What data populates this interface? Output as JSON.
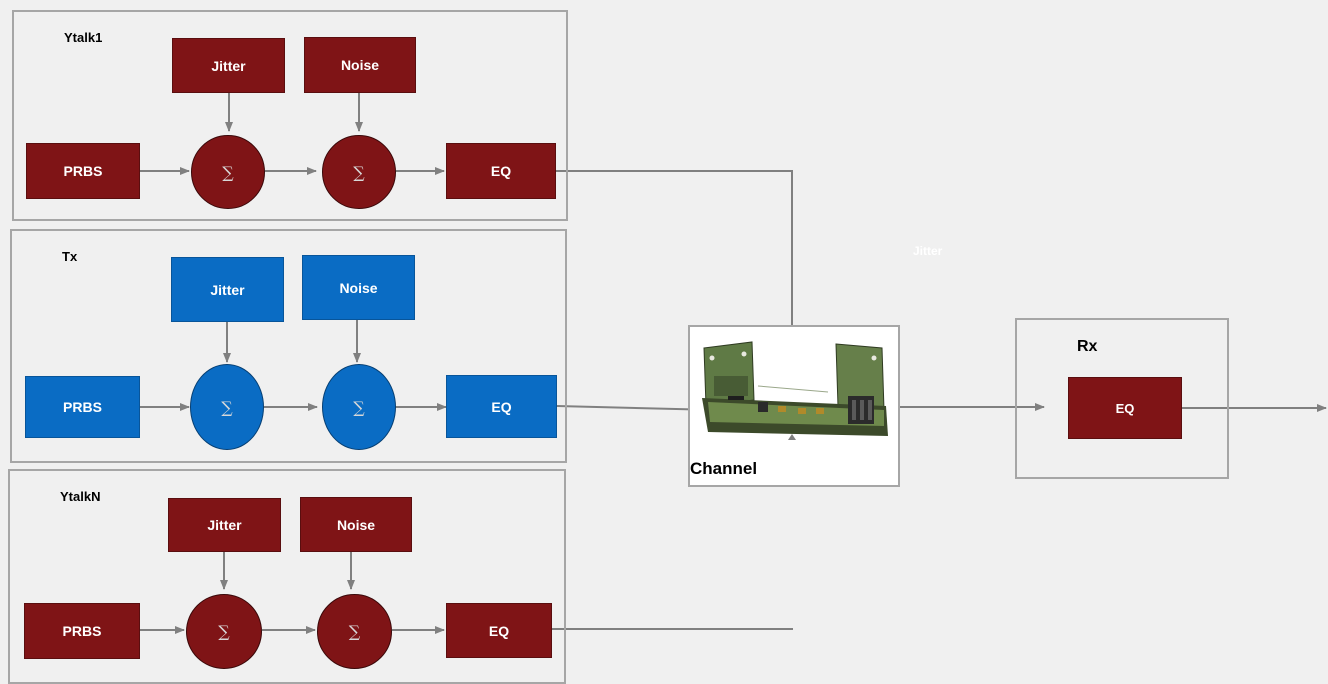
{
  "colors": {
    "red_block": "#7f1416",
    "blue_block": "#0a6cc4",
    "wire": "#808080",
    "frame": "#a6a6a6"
  },
  "groups": {
    "ytalk1": {
      "title": "Ytalk1",
      "jitter": "Jitter",
      "noise": "Noise",
      "prbs": "PRBS",
      "sum1": "∑",
      "sum2": "∑",
      "eq": "EQ"
    },
    "tx": {
      "title": "Tx",
      "jitter": "Jitter",
      "noise": "Noise",
      "prbs": "PRBS",
      "sum1": "∑",
      "sum2": "∑",
      "eq": "EQ"
    },
    "ytalkn": {
      "title": "YtalkN",
      "jitter": "Jitter",
      "noise": "Noise",
      "prbs": "PRBS",
      "sum1": "∑",
      "sum2": "∑",
      "eq": "EQ"
    }
  },
  "channel": {
    "label": "Channel",
    "image_icon": "backplane-hardware-photo"
  },
  "rx": {
    "title": "Rx",
    "eq": "EQ"
  },
  "ghost_label": "Jitter"
}
